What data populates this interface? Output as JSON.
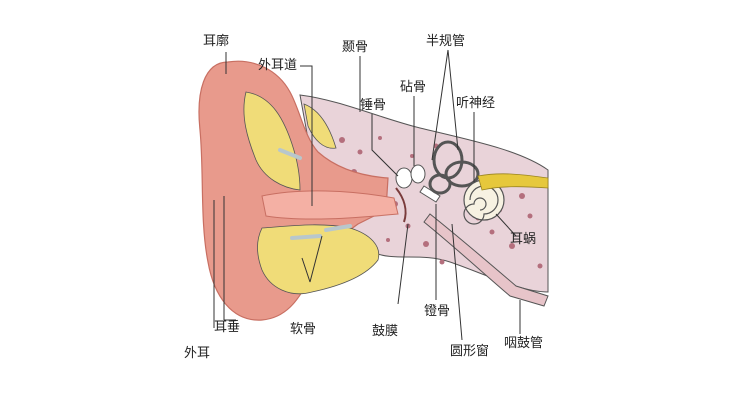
{
  "colors": {
    "outer_ear": "#e89a8c",
    "outer_ear_dark": "#c86f62",
    "cartilage": "#f0dc78",
    "bone": "#e9d3d9",
    "bone_spot": "#b46f7d",
    "canal": "#f4b0a4",
    "inner": "#e7c4c9",
    "nerve": "#e6c83c",
    "cochlea": "#f7f2e2",
    "line": "#555555"
  },
  "labels": {
    "auricle": "耳廓",
    "ear_canal": "外耳道",
    "temporal_bone": "颞骨",
    "semicircular_canal": "半规管",
    "incus": "砧骨",
    "malleus": "锤骨",
    "auditory_nerve": "听神经",
    "cochlea": "耳蜗",
    "earlobe": "耳垂",
    "outer_ear": "外耳",
    "cartilage": "软骨",
    "eardrum": "鼓膜",
    "stapes": "镫骨",
    "round_window": "圆形窗",
    "eustachian_tube": "咽鼓管"
  }
}
